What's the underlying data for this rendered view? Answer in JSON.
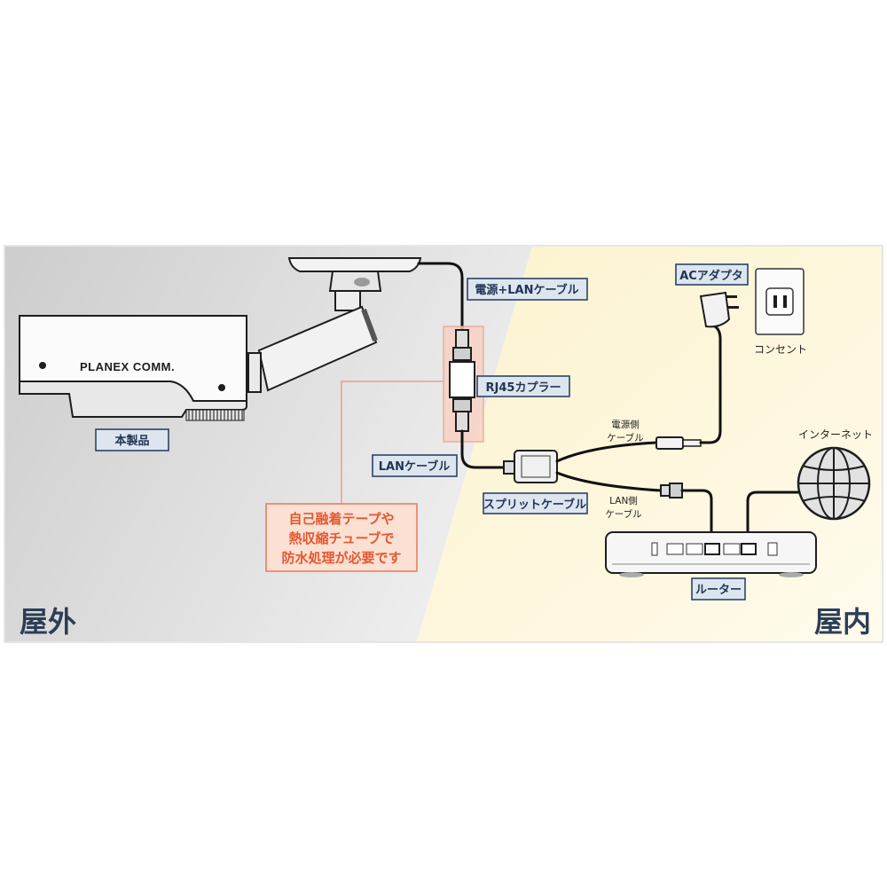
{
  "zones": {
    "outdoor": "屋外",
    "indoor": "屋内"
  },
  "camera": {
    "brand": "PLANEX COMM.",
    "label": "本製品"
  },
  "labels": {
    "power_lan_cable": "電源+LANケーブル",
    "rj45_coupler": "RJ45カプラー",
    "lan_cable": "LANケーブル",
    "split_cable": "スプリットケーブル",
    "ac_adapter": "ACアダプタ",
    "router": "ルーター"
  },
  "captions": {
    "outlet": "コンセント",
    "internet": "インターネット"
  },
  "split_branches": {
    "power": [
      "電源側",
      "ケーブル"
    ],
    "lan": [
      "LAN側",
      "ケーブル"
    ]
  },
  "warning": [
    "自己融着テープや",
    "熱収縮チューブで",
    "防水処理が必要です"
  ],
  "colors": {
    "outdoor_bg": "#d6d6d6",
    "indoor_bg": "#fcf5d8",
    "label_fill": "#dde5ef",
    "label_border": "#2c4366",
    "warning_text": "#e4582f",
    "warning_fill": "#fbe0d3",
    "highlight": "#f7cfc2"
  }
}
